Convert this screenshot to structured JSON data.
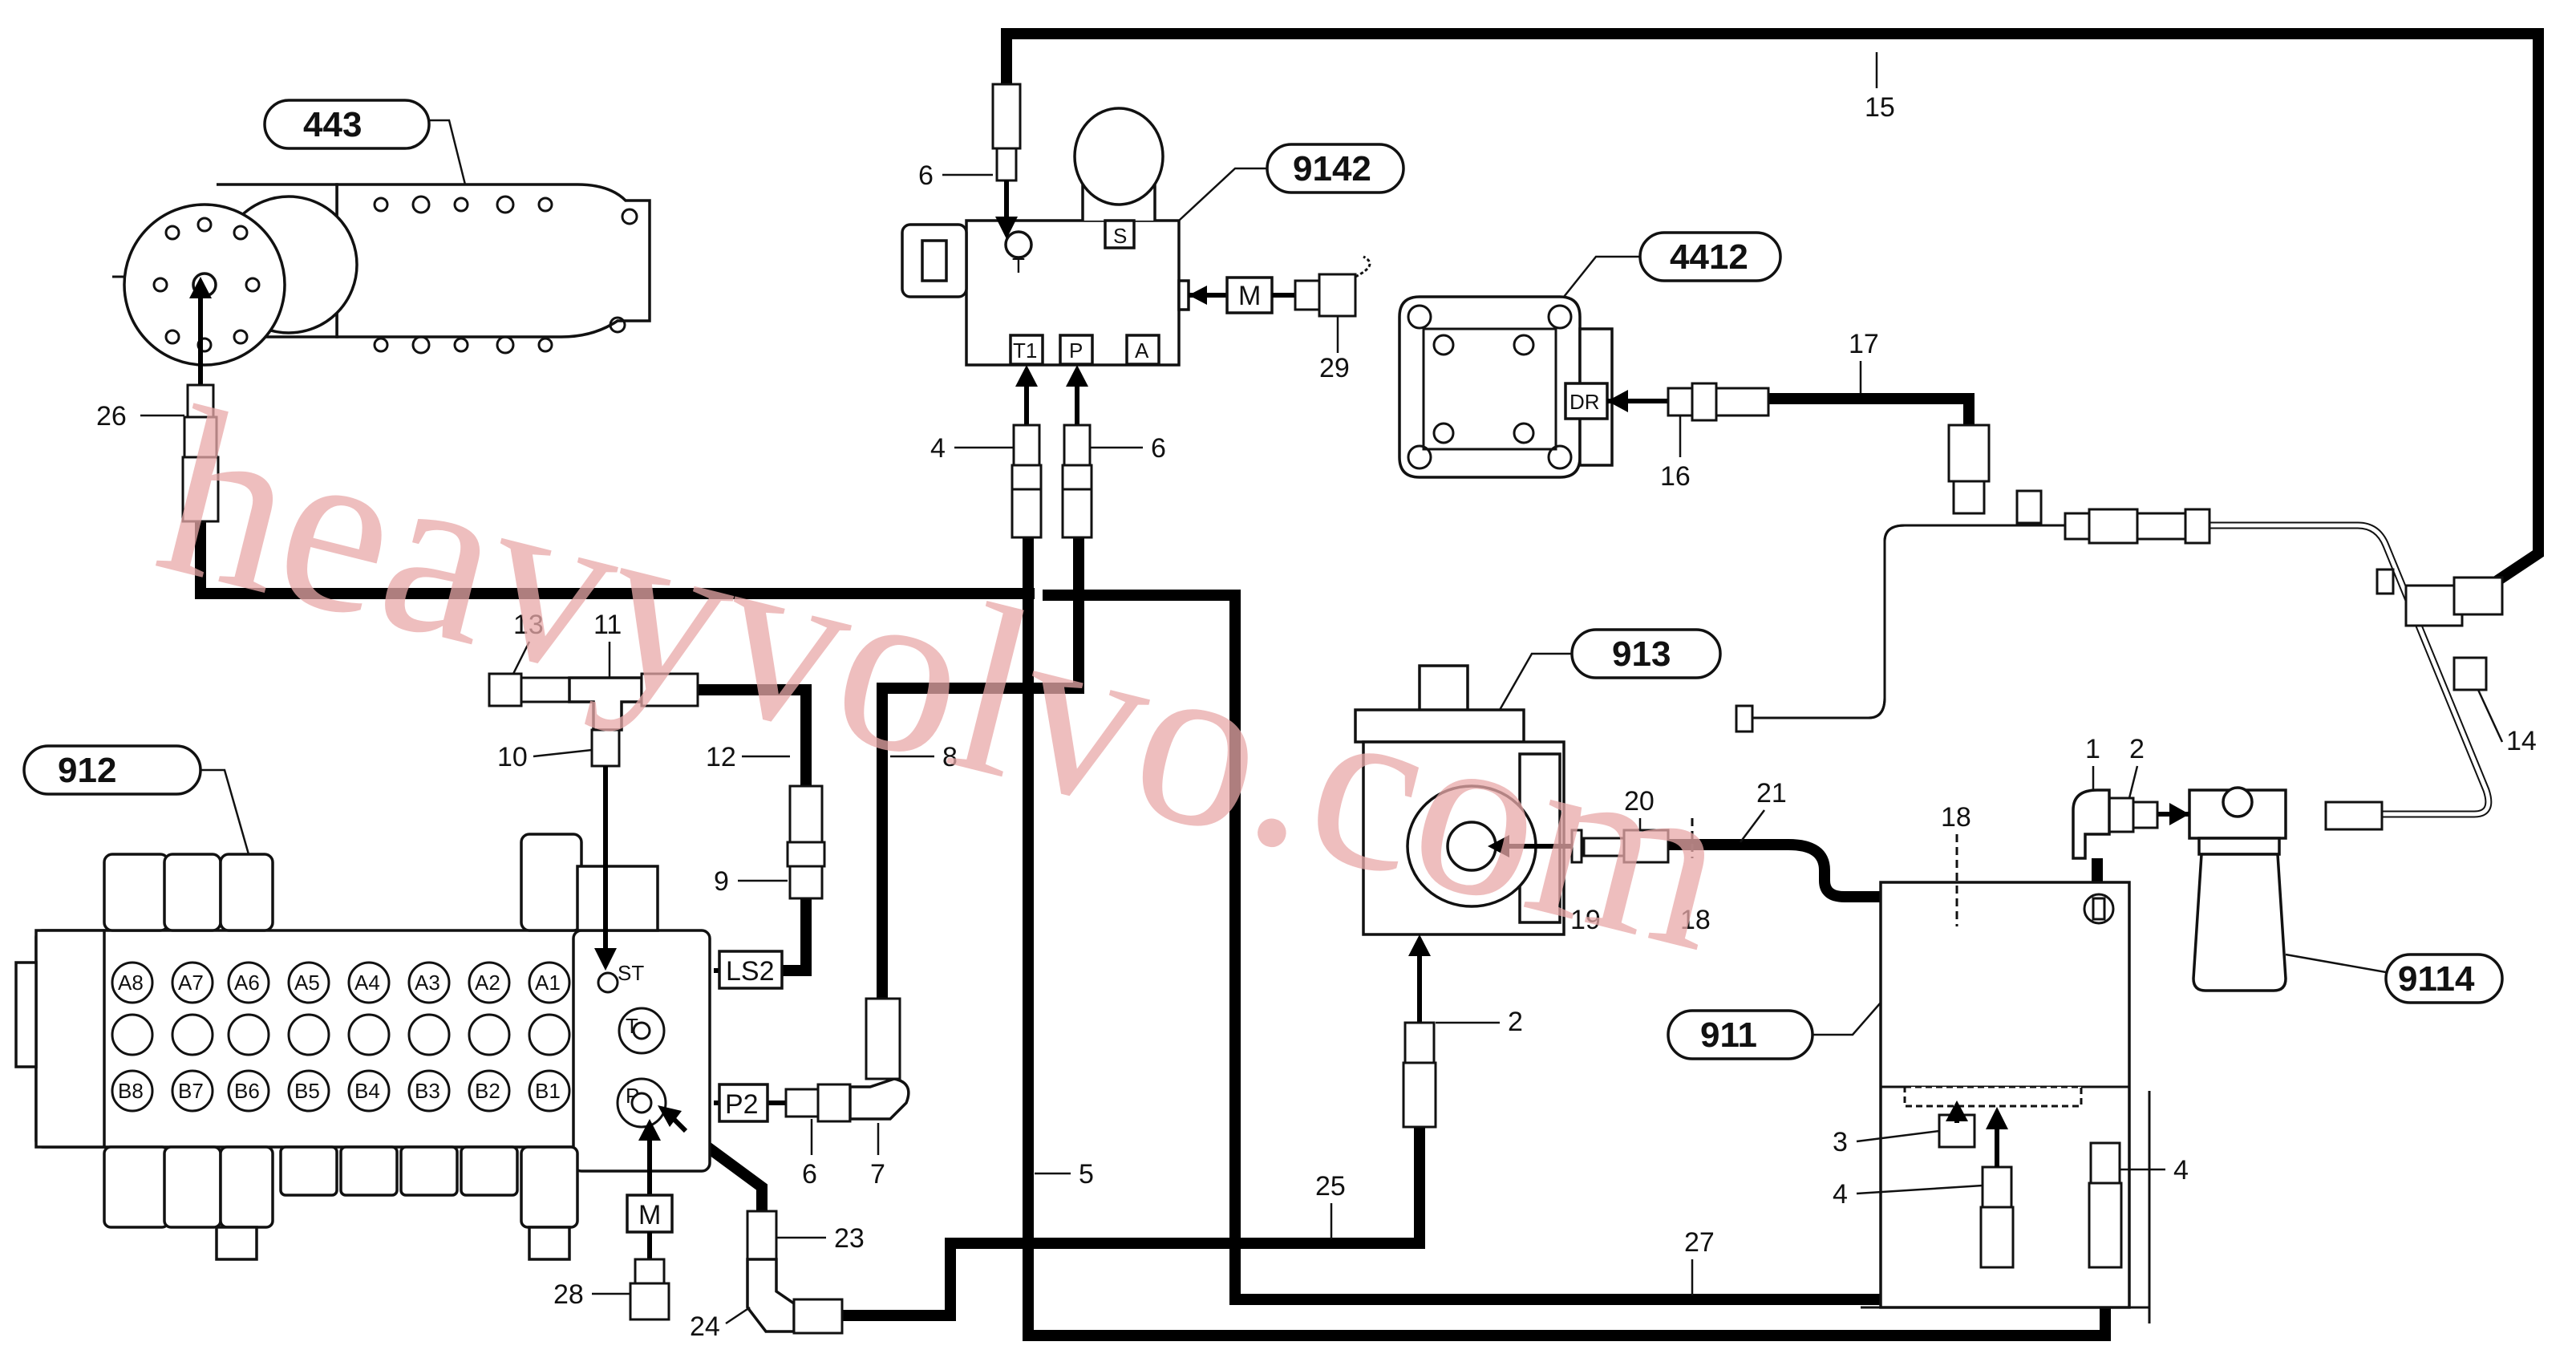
{
  "assemblies": {
    "a443": "443",
    "a9142": "9142",
    "a4412": "4412",
    "a913": "913",
    "a912": "912",
    "a911": "911",
    "a9114": "9114"
  },
  "items": {
    "i1": "1",
    "i2a": "2",
    "i2b": "2",
    "i3": "3",
    "i4a": "4",
    "i4b": "4",
    "i4c": "4",
    "i5": "5",
    "i6a": "6",
    "i6b": "6",
    "i6c": "6",
    "i7": "7",
    "i8": "8",
    "i9": "9",
    "i10": "10",
    "i11": "11",
    "i12": "12",
    "i13": "13",
    "i14": "14",
    "i15": "15",
    "i16": "16",
    "i17": "17",
    "i18a": "18",
    "i18b": "18",
    "i19": "19",
    "i20": "20",
    "i21": "21",
    "i23": "23",
    "i24": "24",
    "i25": "25",
    "i26": "26",
    "i27": "27",
    "i28": "28",
    "i29": "29"
  },
  "ports": {
    "t": "T",
    "s": "S",
    "t1": "T1",
    "p": "P",
    "a": "A",
    "m": "M",
    "dr": "DR",
    "ls2": "LS2",
    "p2": "P2",
    "st": "ST",
    "tank_t": "T",
    "tank_p": "P",
    "m2": "M"
  },
  "sections_top": [
    "A8",
    "A7",
    "A6",
    "A5",
    "A4",
    "A3",
    "A2",
    "A1"
  ],
  "sections_bottom": [
    "B8",
    "B7",
    "B6",
    "B5",
    "B4",
    "B3",
    "B2",
    "B1"
  ],
  "watermark": "heavyvolvo.com",
  "colors": {
    "line": "#000000",
    "watermark": "#e9a9a9"
  }
}
